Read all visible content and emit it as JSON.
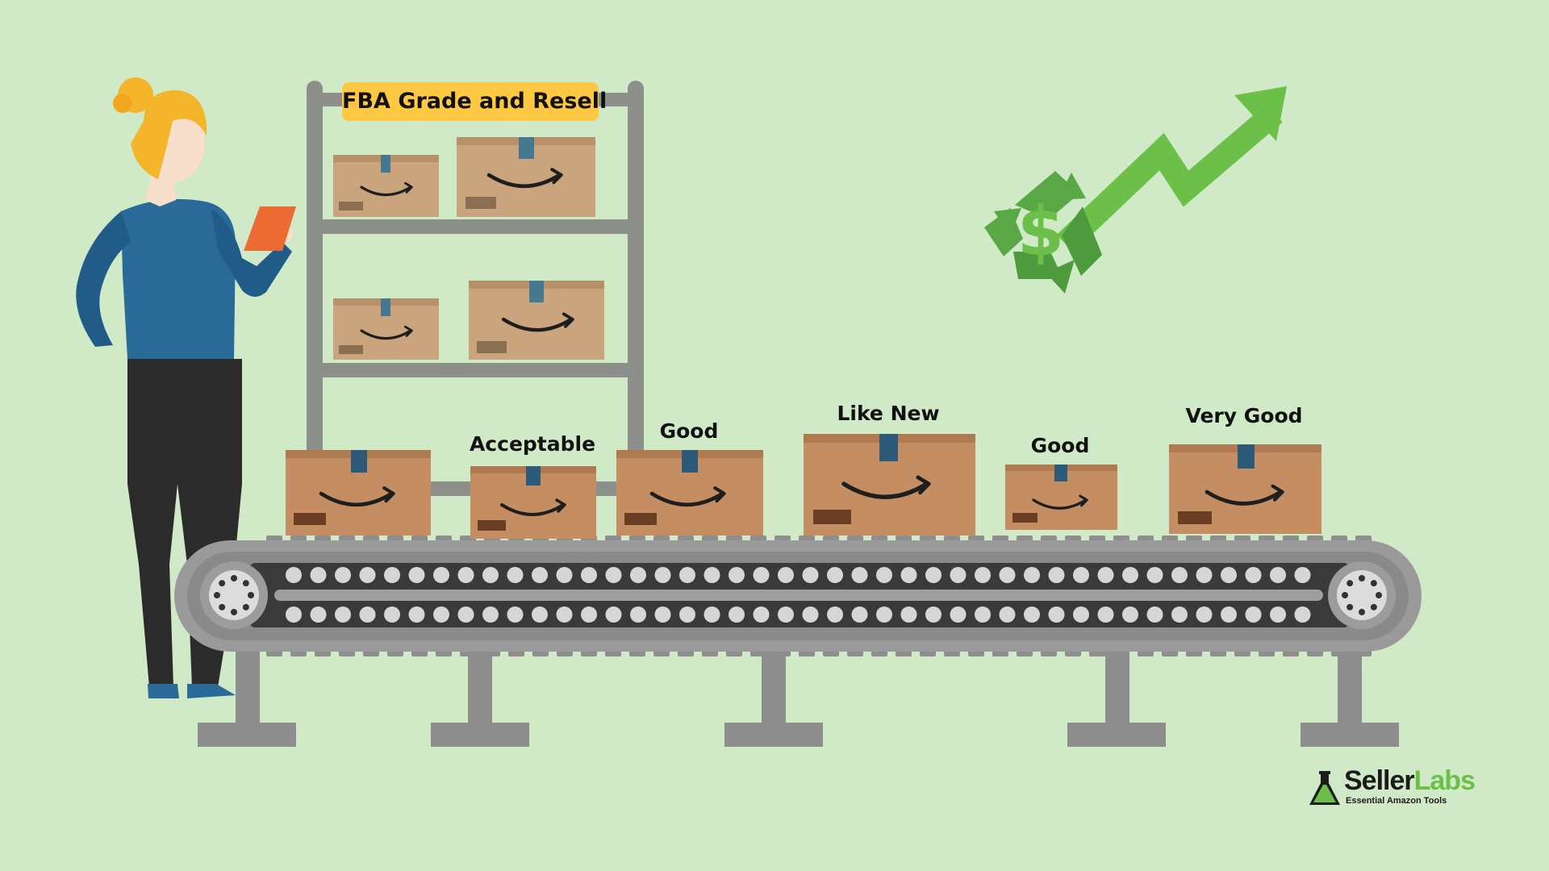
{
  "title_tag": "FBA Grade and Resell",
  "condition_labels": [
    "Acceptable",
    "Good",
    "Like New",
    "Good",
    "Very Good"
  ],
  "logo": {
    "name_part1": "Seller",
    "name_part2": "Labs",
    "tagline": "Essential Amazon Tools"
  },
  "icons": [
    "recycle-dollar-icon",
    "growth-arrow-icon",
    "seller-labs-flask-icon"
  ],
  "colors": {
    "background": "#d0eac8",
    "tag": "#ffc843",
    "box": "#c48d62",
    "box_shelf": "#c9a47c",
    "box_tape": "#2c5a78",
    "conveyor": "#8e8e8e",
    "shelf": "#8d8f8a",
    "arrow": "#6cc04a",
    "recycle": "#4e9b3e",
    "shirt": "#2a6a98",
    "hair": "#f4b52a"
  }
}
